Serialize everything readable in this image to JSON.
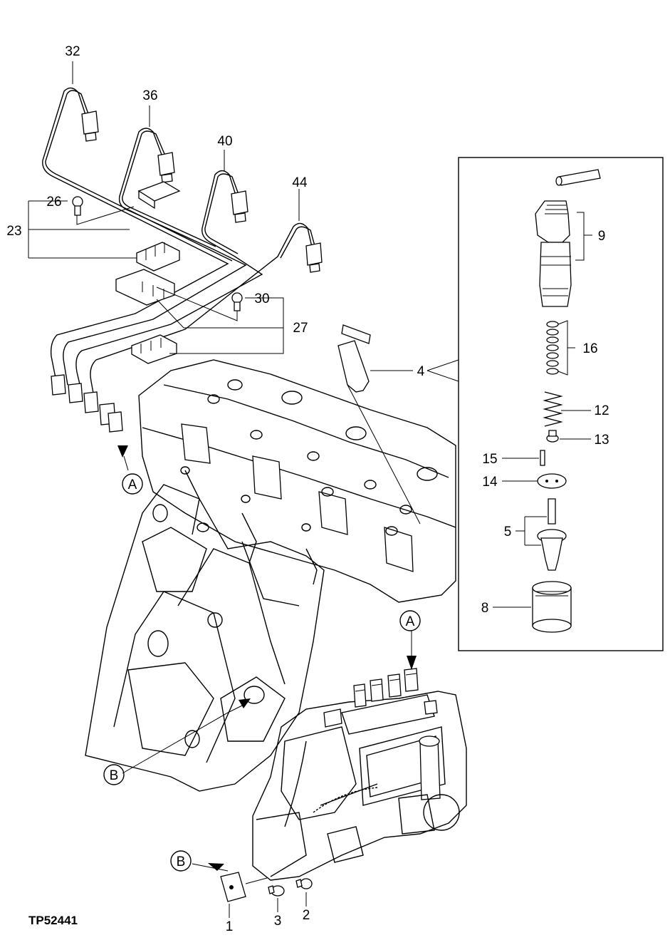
{
  "figure_id": "TP52441",
  "callouts": {
    "c1": "1",
    "c2": "2",
    "c3": "3",
    "c4": "4",
    "c5": "5",
    "c8": "8",
    "c9": "9",
    "c12": "12",
    "c13": "13",
    "c14": "14",
    "c15": "15",
    "c16": "16",
    "c23": "23",
    "c26": "26",
    "c27": "27",
    "c30": "30",
    "c32": "32",
    "c36": "36",
    "c40": "40",
    "c44": "44"
  },
  "refs": {
    "a_top": "A",
    "a_pump": "A",
    "b_block": "B",
    "b_bracket": "B"
  }
}
